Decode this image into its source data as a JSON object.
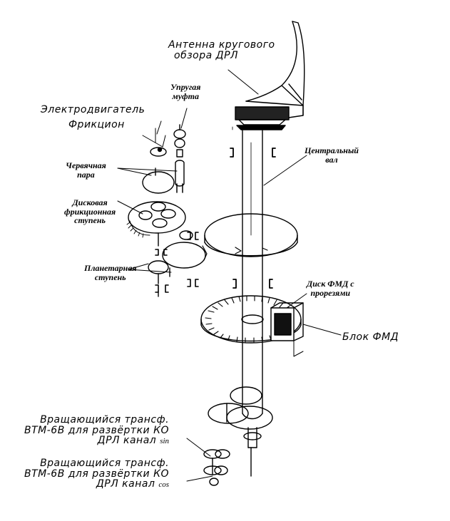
{
  "labels": {
    "antenna_l1": "Антенна кругового",
    "antenna_l2": "обзора ДРЛ",
    "coupling_l1": "Упругая",
    "coupling_l2": "муфта",
    "motor": "Электродвигатель",
    "friction": "Фрикцион",
    "worm_l1": "Червячная",
    "worm_l2": "пара",
    "disk_l1": "Дисковая",
    "disk_l2": "фрикционная",
    "disk_l3": "ступень",
    "planet_l1": "Планетарная",
    "planet_l2": "ступень",
    "shaft_l1": "Центральный",
    "shaft_l2": "вал",
    "fmd_disk_l1": "Диск ФМД с",
    "fmd_disk_l2": "прорезями",
    "fmd_block": "Блок ФМД",
    "rt1_l1": "Вращающийся трансф.",
    "rt1_l2": "ВТМ-6В для развёртки КО",
    "rt1_l3": "ДРЛ канал",
    "rt1_l3_sub": "sin",
    "rt2_l1": "Вращающийся трансф.",
    "rt2_l2": "ВТМ-6В для развёртки КО",
    "rt2_l3": "ДРЛ канал",
    "rt2_l3_sub": "cos"
  },
  "colors": {
    "ink": "#000000",
    "paper": "#ffffff"
  }
}
